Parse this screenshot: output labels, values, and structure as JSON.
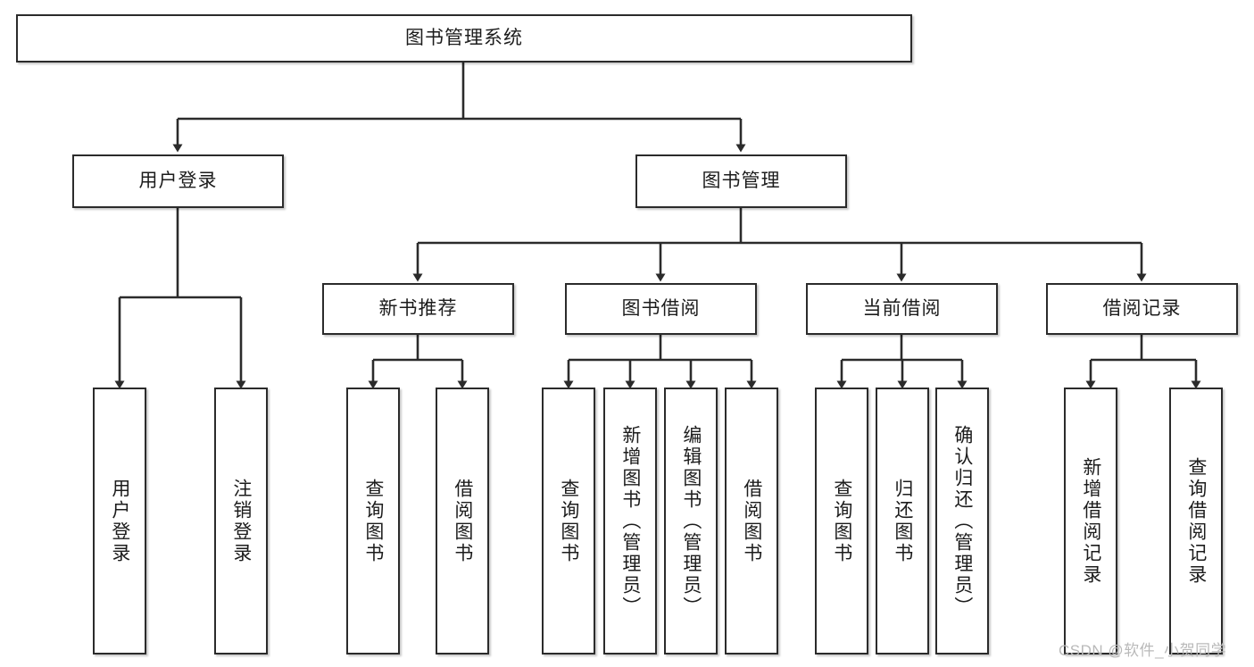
{
  "diagram": {
    "type": "tree",
    "title": "图书管理系统",
    "orientation": "top-down",
    "colors": {
      "box_border": "#2b2b2b",
      "box_fill": "#ffffff",
      "connector": "#2b2b2b",
      "background": "#ffffff",
      "watermark": "#b9b9b9"
    },
    "root": {
      "label": "图书管理系统"
    },
    "level2": [
      {
        "label": "用户登录"
      },
      {
        "label": "图书管理"
      }
    ],
    "level3": [
      {
        "label": "新书推荐"
      },
      {
        "label": "图书借阅"
      },
      {
        "label": "当前借阅"
      },
      {
        "label": "借阅记录"
      }
    ],
    "leaves": {
      "user_login": [
        {
          "label": "用户登录"
        },
        {
          "label": "注销登录"
        }
      ],
      "new_book": [
        {
          "label": "查询图书"
        },
        {
          "label": "借阅图书"
        }
      ],
      "book_borrow": [
        {
          "label": "查询图书"
        },
        {
          "label": "新增图书（管理员）"
        },
        {
          "label": "编辑图书（管理员）"
        },
        {
          "label": "借阅图书"
        }
      ],
      "current_borrow": [
        {
          "label": "查询图书"
        },
        {
          "label": "归还图书"
        },
        {
          "label": "确认归还（管理员）"
        }
      ],
      "borrow_record": [
        {
          "label": "新增借阅记录"
        },
        {
          "label": "查询借阅记录"
        }
      ]
    }
  },
  "watermark": {
    "text": "CSDN @软件_小贺同学"
  }
}
